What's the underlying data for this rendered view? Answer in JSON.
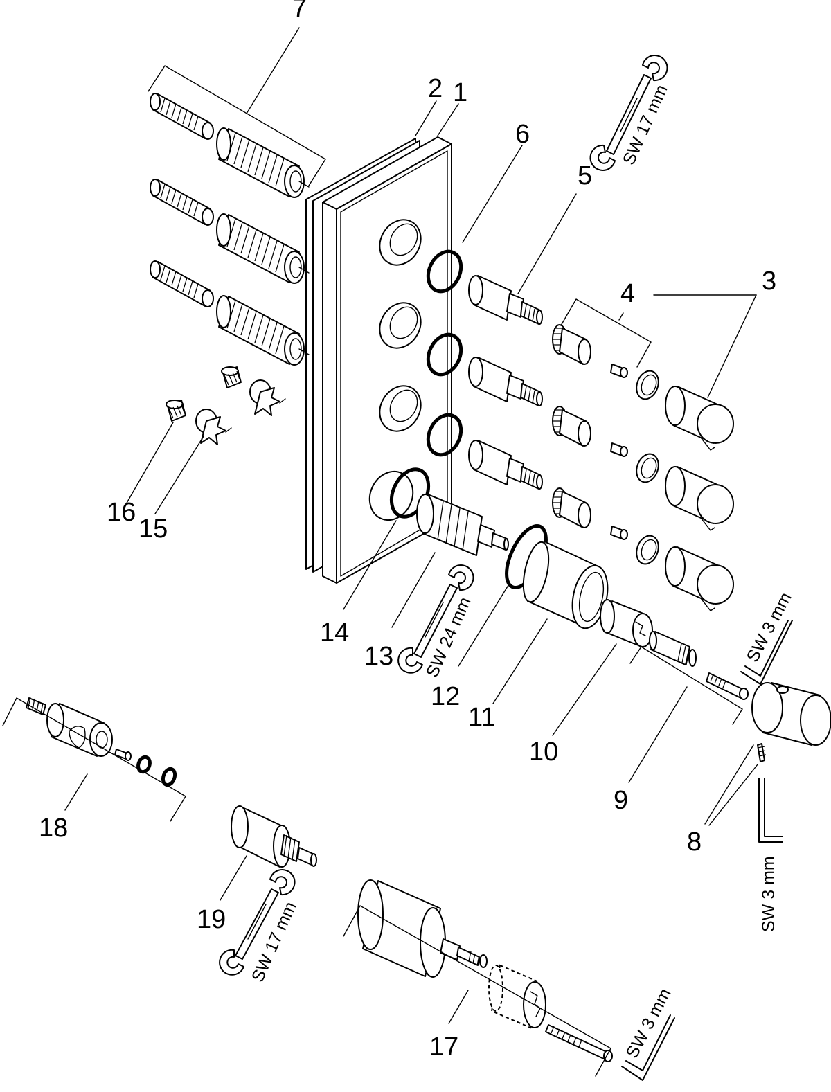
{
  "labels": {
    "p1": "1",
    "p2": "2",
    "p3": "3",
    "p4": "4",
    "p5": "5",
    "p6": "6",
    "p7": "7",
    "p8": "8",
    "p9": "9",
    "p10": "10",
    "p11": "11",
    "p12": "12",
    "p13": "13",
    "p14": "14",
    "p15": "15",
    "p16": "16",
    "p17": "17",
    "p18": "18",
    "p19": "19"
  },
  "tools": {
    "sw17_top": "SW 17 mm",
    "sw24": "SW 24 mm",
    "sw3_right": "SW 3 mm",
    "sw3_vertical": "SW 3 mm",
    "sw17_bottom": "SW 17 mm",
    "sw3_bottom": "SW 3 mm"
  }
}
